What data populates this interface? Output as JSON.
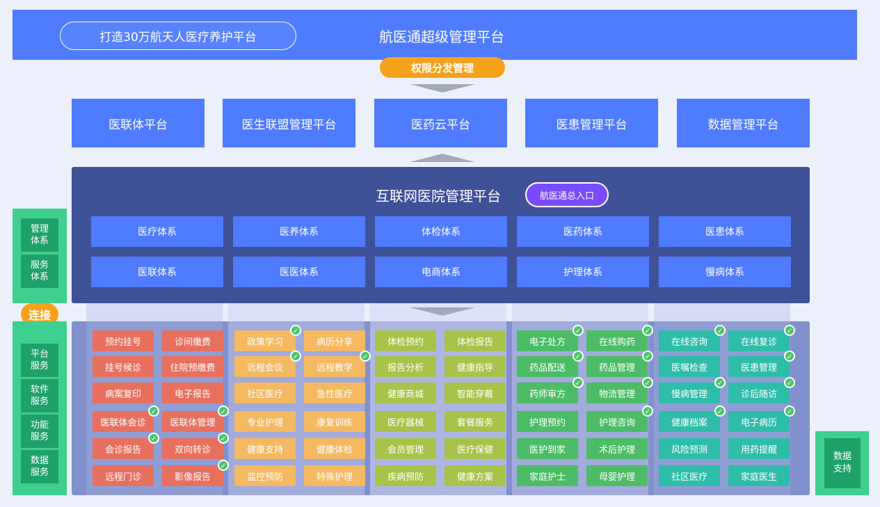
{
  "banner": {
    "slogan": "打造30万航天人医疗养护平台",
    "title": "航医通超级管理平台",
    "permission": "权限分发管理"
  },
  "platforms": [
    "医联体平台",
    "医生联盟管理平台",
    "医药云平台",
    "医患管理平台",
    "数据管理平台"
  ],
  "hospital": {
    "title": "互联网医院管理平台",
    "entry": "航医通总入口",
    "systems_row1": [
      "医疗体系",
      "医养体系",
      "体检体系",
      "医药体系",
      "医患体系"
    ],
    "systems_row2": [
      "医联体系",
      "医医体系",
      "电商体系",
      "护理体系",
      "慢病体系"
    ]
  },
  "services": {
    "rows": [
      [
        "预约挂号",
        "诊间缴费",
        "政策学习",
        "病历分享",
        "体检预约",
        "体检报告",
        "电子处方",
        "在线购药",
        "在线咨询",
        "在线复诊"
      ],
      [
        "挂号候诊",
        "住院预缴费",
        "远程会议",
        "远程教学",
        "报告分析",
        "健康指导",
        "药品配送",
        "药品管理",
        "医嘱检查",
        "医患管理"
      ],
      [
        "病案复印",
        "电子报告",
        "社区医疗",
        "急性医疗",
        "健康商城",
        "智能穿戴",
        "药师审方",
        "物流管理",
        "慢病管理",
        "诊后随访"
      ],
      [
        "医联体会诊",
        "医联体管理",
        "专业护理",
        "康复训练",
        "医疗器械",
        "套餐服务",
        "护理预约",
        "护理咨询",
        "健康档案",
        "电子病历"
      ],
      [
        "会诊报告",
        "双向转诊",
        "健康支持",
        "健康体检",
        "会员管理",
        "医疗保健",
        "医护到家",
        "术后护理",
        "风险预测",
        "用药提醒"
      ],
      [
        "远程门诊",
        "影像报告",
        "监控预防",
        "特殊护理",
        "疾病预防",
        "健康方案",
        "家庭护士",
        "母婴护理",
        "社区医疗",
        "家庭医生"
      ]
    ],
    "checked": [
      [
        false,
        false,
        true,
        false,
        false,
        false,
        true,
        true,
        true,
        true
      ],
      [
        false,
        false,
        true,
        true,
        false,
        false,
        true,
        true,
        false,
        true
      ],
      [
        false,
        false,
        false,
        false,
        false,
        false,
        true,
        true,
        true,
        true
      ],
      [
        true,
        true,
        false,
        false,
        false,
        false,
        false,
        true,
        true,
        true
      ],
      [
        true,
        true,
        false,
        false,
        false,
        false,
        false,
        false,
        false,
        false
      ],
      [
        false,
        true,
        false,
        false,
        false,
        false,
        false,
        false,
        false,
        false
      ]
    ],
    "colors": [
      "#e8705e",
      "#e8705e",
      "#f4b961",
      "#f4b961",
      "#a8c34a",
      "#a8c34a",
      "#4cbc66",
      "#4cbc66",
      "#2ebda8",
      "#2ebda8"
    ]
  },
  "sidebar": {
    "management": "管理\n体系",
    "service_system": "服务\n体系",
    "connect": "连接",
    "platform_service": "平台\n服务",
    "software_service": "软件\n服务",
    "function_service": "功能\n服务",
    "data_service": "数据\n服务",
    "data_support": "数据\n支持"
  }
}
